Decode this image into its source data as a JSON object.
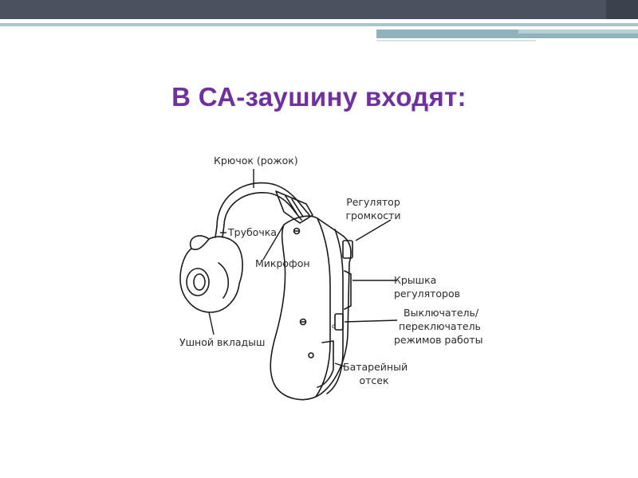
{
  "slide": {
    "title": "В СА-заушину входят:"
  },
  "diagram": {
    "labels": {
      "hook": "Крючок (рожок)",
      "tube": "Трубочка",
      "microphone": "Микрофон",
      "ear_mold": "Ушной вкладыш",
      "volume_control_1": "Регулятор",
      "volume_control_2": "громкости",
      "controls_cover_1": "Крышка",
      "controls_cover_2": "регуляторов",
      "switch_1": "Выключатель/",
      "switch_2": "переключатель",
      "switch_3": "режимов работы",
      "battery_1": "Батарейный",
      "battery_2": "отсек"
    }
  },
  "colors": {
    "title": "#7030a0",
    "band_dark": "#4a5260",
    "band_teal": "#8fb3bc",
    "line_art": "#1a1a1a"
  }
}
